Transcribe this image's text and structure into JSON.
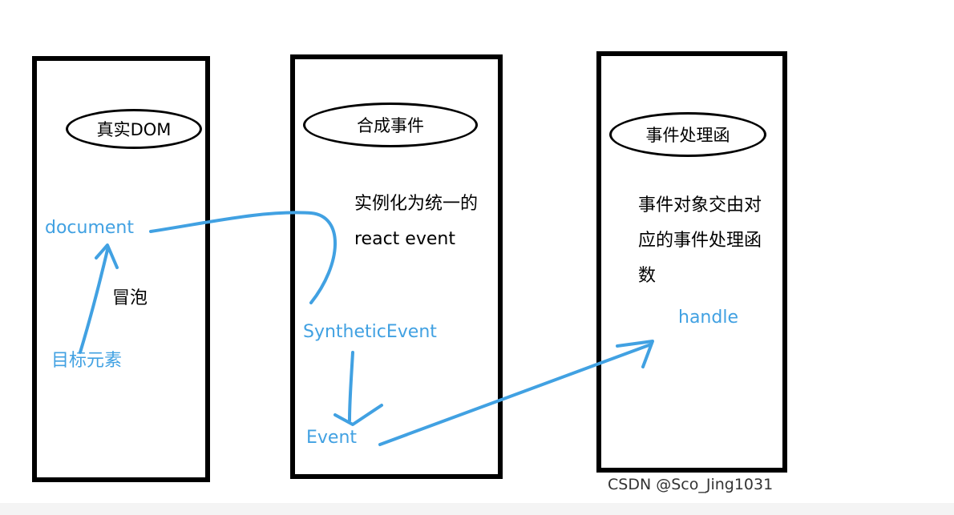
{
  "columns": [
    {
      "title": "真实DOM",
      "labels": {
        "top": "document",
        "middle": "冒泡",
        "bottom": "目标元素"
      }
    },
    {
      "title": "合成事件",
      "desc_lines": [
        "实例化为统一的",
        "react event"
      ],
      "labels": {
        "synthetic": "SyntheticEvent",
        "event": "Event"
      }
    },
    {
      "title": "事件处理函",
      "desc_lines": [
        "事件对象交由对",
        "应的事件处理函",
        "数"
      ],
      "labels": {
        "handle": "handle"
      }
    }
  ],
  "watermark": "CSDN @Sco_Jing1031",
  "colors": {
    "arrow": "#41a1e2",
    "box": "#000000",
    "label_blue": "#41a1e2"
  }
}
